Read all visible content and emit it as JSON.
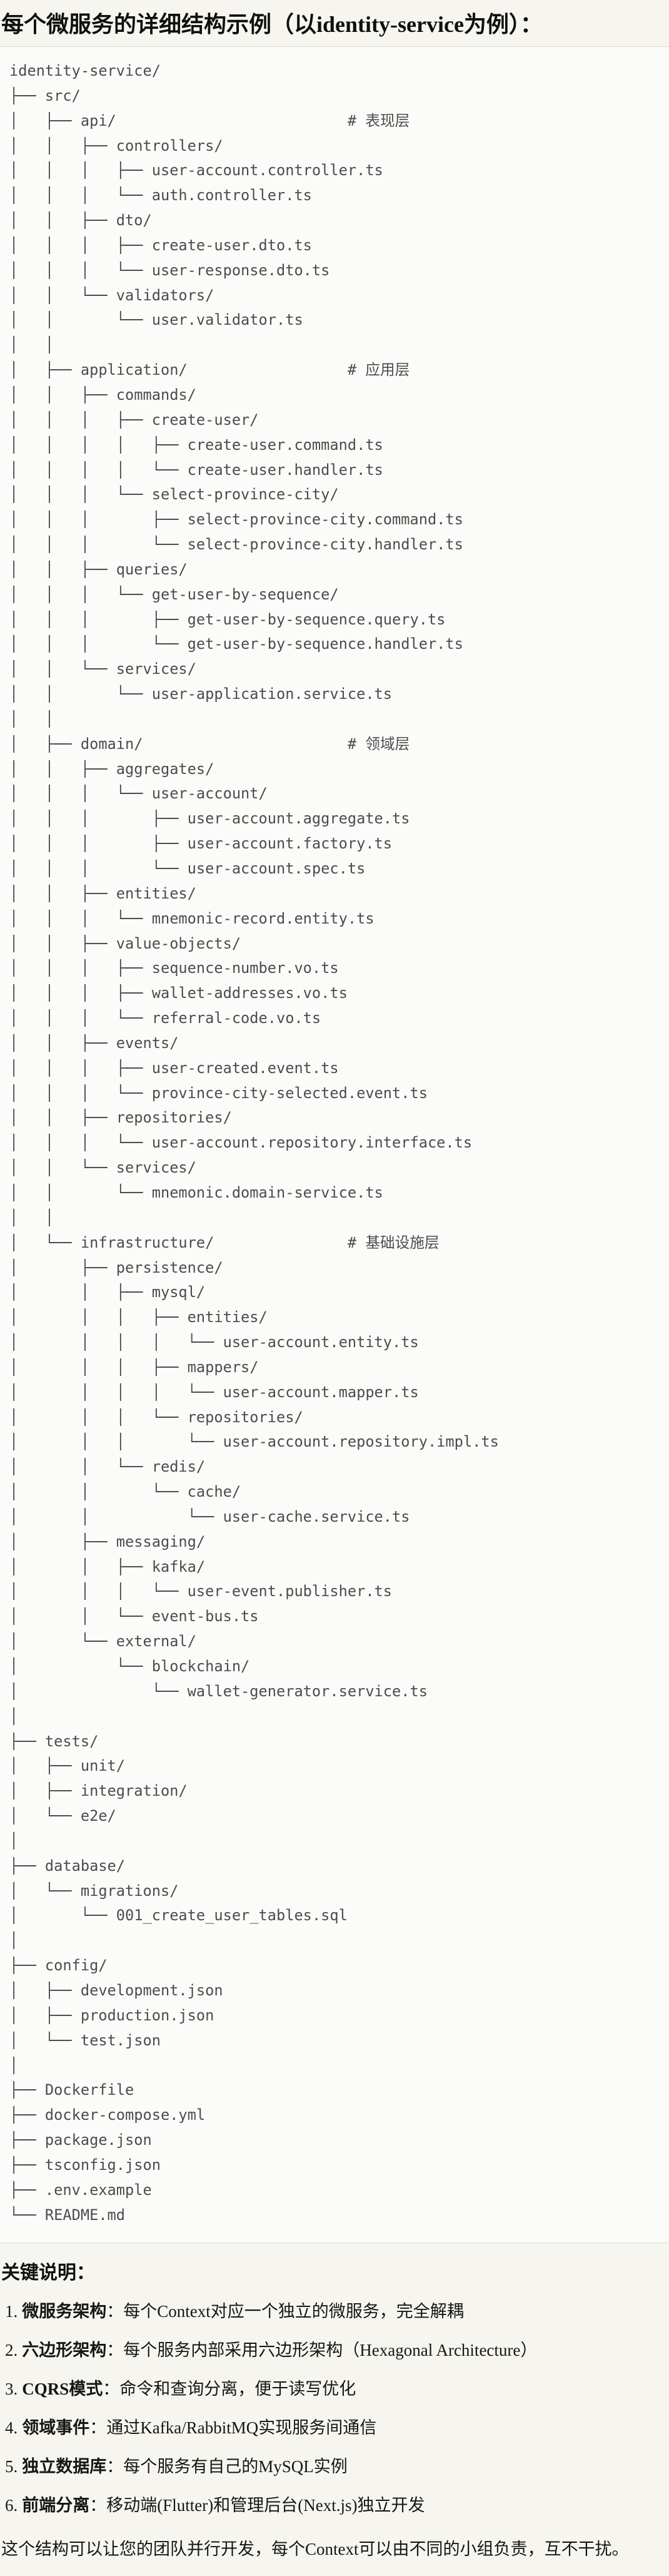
{
  "title": "每个微服务的详细结构示例（以identity-service为例）：",
  "tree": {
    "lines": [
      "identity-service/",
      "├── src/",
      "│   ├── api/                          # 表现层",
      "│   │   ├── controllers/",
      "│   │   │   ├── user-account.controller.ts",
      "│   │   │   └── auth.controller.ts",
      "│   │   ├── dto/",
      "│   │   │   ├── create-user.dto.ts",
      "│   │   │   └── user-response.dto.ts",
      "│   │   └── validators/",
      "│   │       └── user.validator.ts",
      "│   │",
      "│   ├── application/                  # 应用层",
      "│   │   ├── commands/",
      "│   │   │   ├── create-user/",
      "│   │   │   │   ├── create-user.command.ts",
      "│   │   │   │   └── create-user.handler.ts",
      "│   │   │   └── select-province-city/",
      "│   │   │       ├── select-province-city.command.ts",
      "│   │   │       └── select-province-city.handler.ts",
      "│   │   ├── queries/",
      "│   │   │   └── get-user-by-sequence/",
      "│   │   │       ├── get-user-by-sequence.query.ts",
      "│   │   │       └── get-user-by-sequence.handler.ts",
      "│   │   └── services/",
      "│   │       └── user-application.service.ts",
      "│   │",
      "│   ├── domain/                       # 领域层",
      "│   │   ├── aggregates/",
      "│   │   │   └── user-account/",
      "│   │   │       ├── user-account.aggregate.ts",
      "│   │   │       ├── user-account.factory.ts",
      "│   │   │       └── user-account.spec.ts",
      "│   │   ├── entities/",
      "│   │   │   └── mnemonic-record.entity.ts",
      "│   │   ├── value-objects/",
      "│   │   │   ├── sequence-number.vo.ts",
      "│   │   │   ├── wallet-addresses.vo.ts",
      "│   │   │   └── referral-code.vo.ts",
      "│   │   ├── events/",
      "│   │   │   ├── user-created.event.ts",
      "│   │   │   └── province-city-selected.event.ts",
      "│   │   ├── repositories/",
      "│   │   │   └── user-account.repository.interface.ts",
      "│   │   └── services/",
      "│   │       └── mnemonic.domain-service.ts",
      "│   │",
      "│   └── infrastructure/               # 基础设施层",
      "│       ├── persistence/",
      "│       │   ├── mysql/",
      "│       │   │   ├── entities/",
      "│       │   │   │   └── user-account.entity.ts",
      "│       │   │   ├── mappers/",
      "│       │   │   │   └── user-account.mapper.ts",
      "│       │   │   └── repositories/",
      "│       │   │       └── user-account.repository.impl.ts",
      "│       │   └── redis/",
      "│       │       └── cache/",
      "│       │           └── user-cache.service.ts",
      "│       ├── messaging/",
      "│       │   ├── kafka/",
      "│       │   │   └── user-event.publisher.ts",
      "│       │   └── event-bus.ts",
      "│       └── external/",
      "│           └── blockchain/",
      "│               └── wallet-generator.service.ts",
      "│",
      "├── tests/",
      "│   ├── unit/",
      "│   ├── integration/",
      "│   └── e2e/",
      "│",
      "├── database/",
      "│   └── migrations/",
      "│       └── 001_create_user_tables.sql",
      "│",
      "├── config/",
      "│   ├── development.json",
      "│   ├── production.json",
      "│   └── test.json",
      "│",
      "├── Dockerfile",
      "├── docker-compose.yml",
      "├── package.json",
      "├── tsconfig.json",
      "├── .env.example",
      "└── README.md"
    ]
  },
  "notes": {
    "heading": "关键说明：",
    "items": [
      {
        "num": "1.",
        "label": "微服务架构",
        "text": "：每个Context对应一个独立的微服务，完全解耦"
      },
      {
        "num": "2.",
        "label": "六边形架构",
        "text": "：每个服务内部采用六边形架构（Hexagonal Architecture）"
      },
      {
        "num": "3.",
        "label": "CQRS模式",
        "text": "：命令和查询分离，便于读写优化"
      },
      {
        "num": "4.",
        "label": "领域事件",
        "text": "：通过Kafka/RabbitMQ实现服务间通信"
      },
      {
        "num": "5.",
        "label": "独立数据库",
        "text": "：每个服务有自己的MySQL实例"
      },
      {
        "num": "6.",
        "label": "前端分离",
        "text": "：移动端(Flutter)和管理后台(Next.js)独立开发"
      }
    ],
    "footer": "这个结构可以让您的团队并行开发，每个Context可以由不同的小组负责，互不干扰。"
  },
  "colors": {
    "page_bg": "#f6f5f0",
    "code_bg": "#fbfbf9",
    "code_border": "#dcdbd6",
    "code_text": "#4c4c4c",
    "text": "#161614"
  }
}
